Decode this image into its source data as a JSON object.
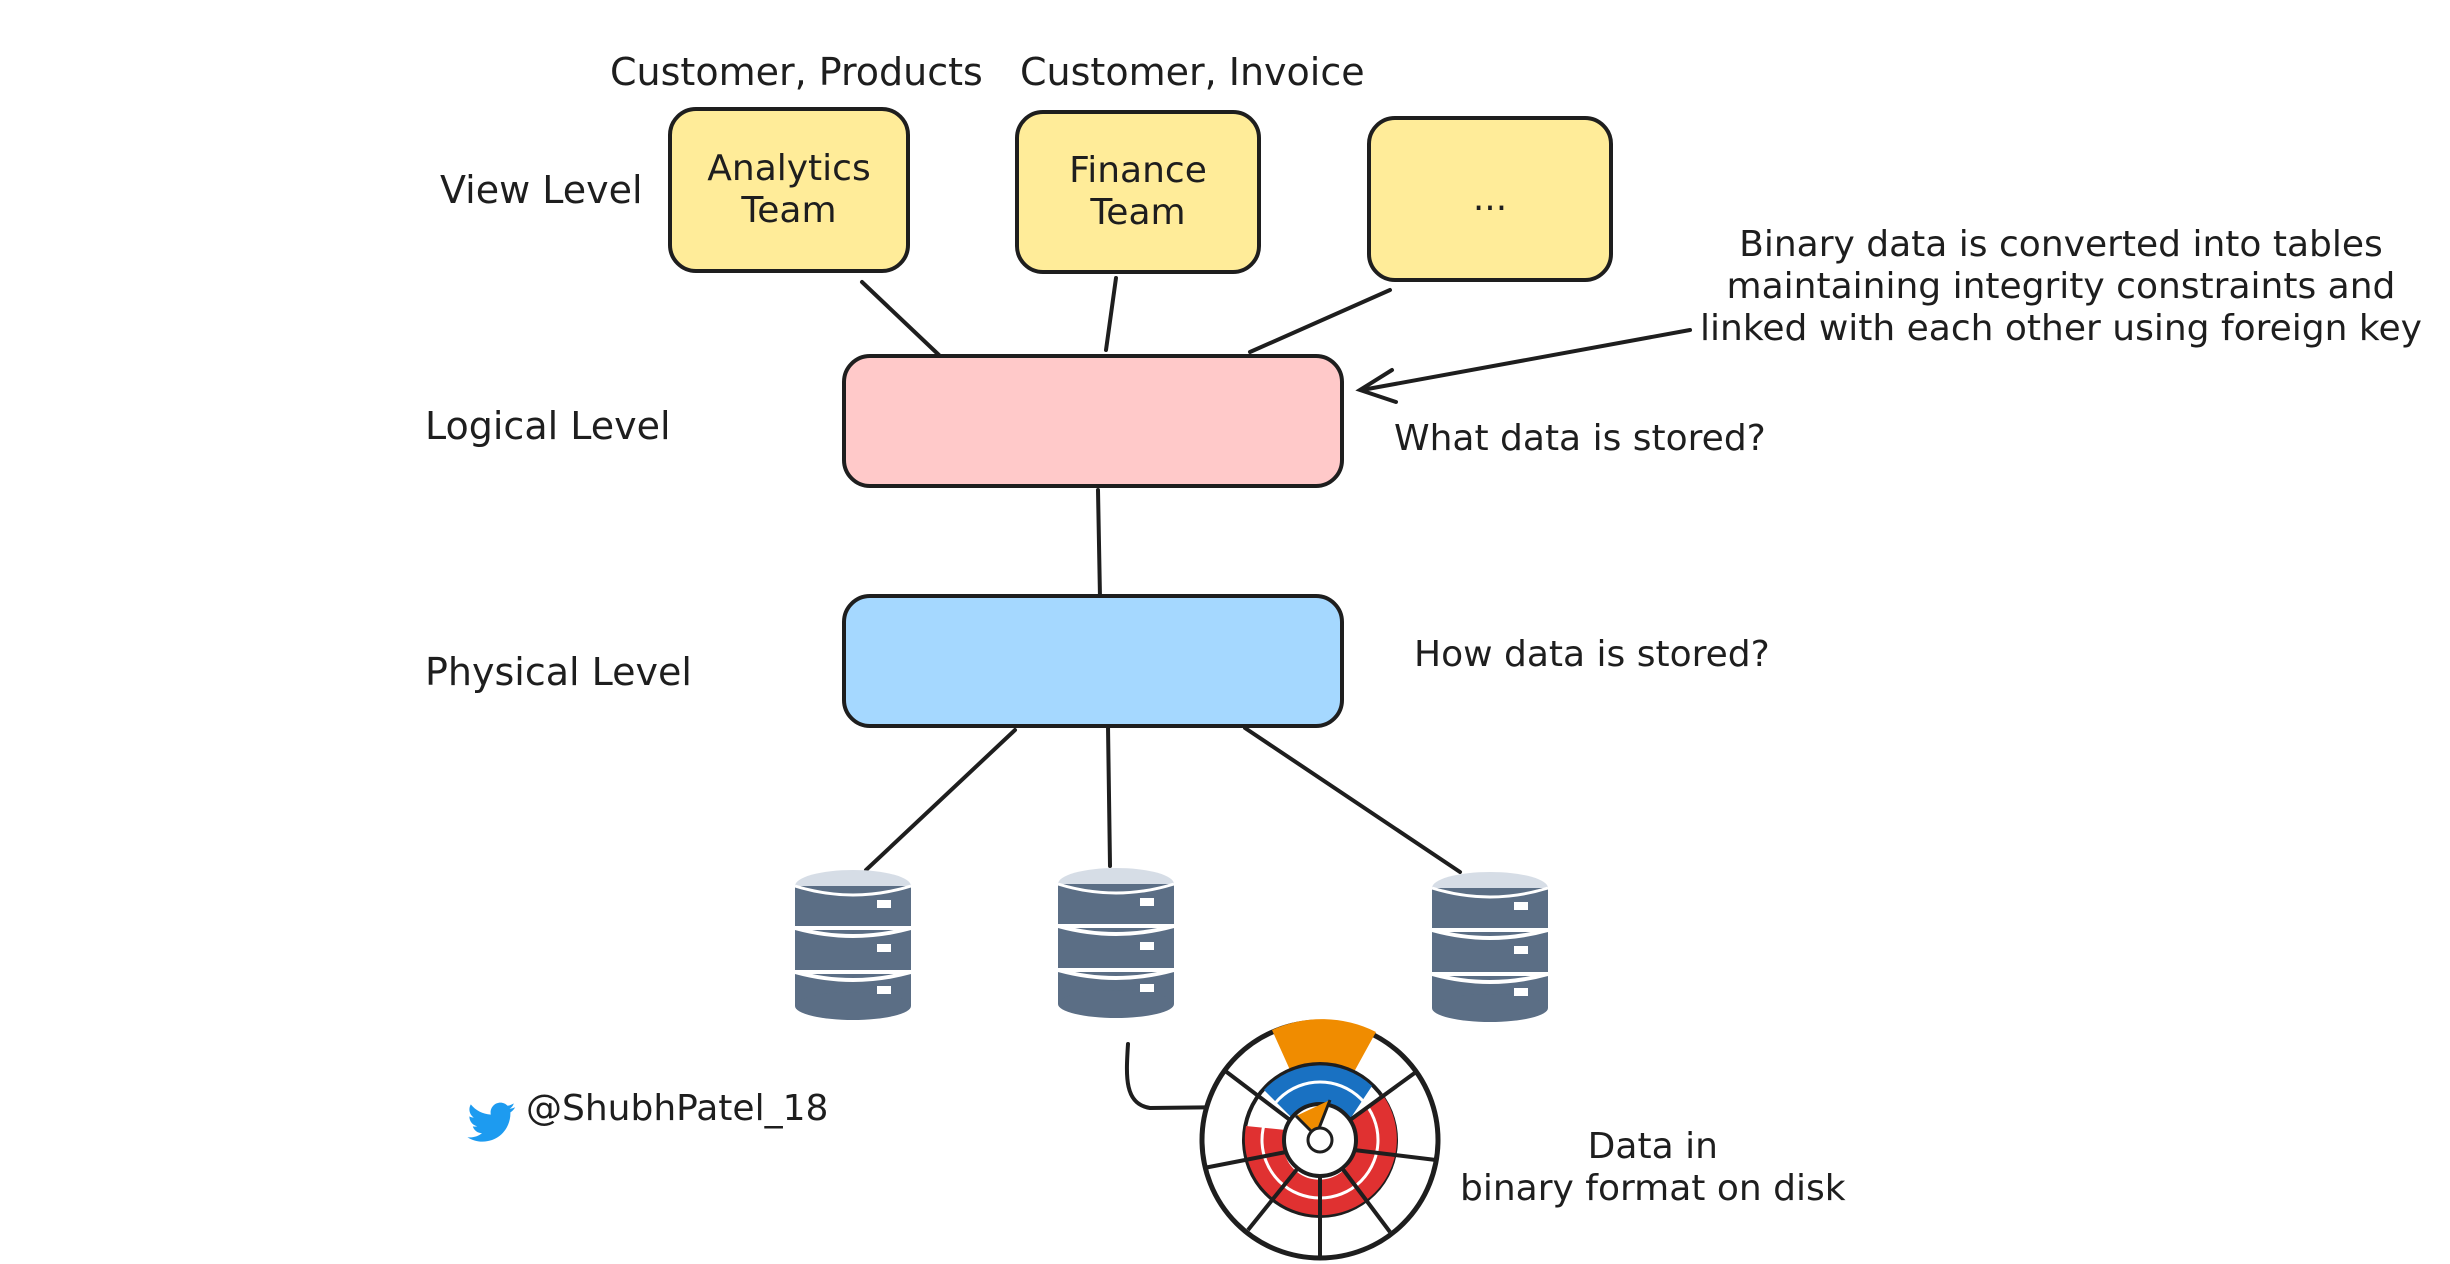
{
  "levels": {
    "view": "View Level",
    "logical": "Logical Level",
    "physical": "Physical Level"
  },
  "view_level": {
    "analytics": {
      "caption": "Customer, Products",
      "label": "Analytics\nTeam"
    },
    "finance": {
      "caption": "Customer, Invoice",
      "label": "Finance Team"
    },
    "more": {
      "label": "..."
    }
  },
  "annotations": {
    "binary_conversion": "Binary data is converted into tables\nmaintaining integrity constraints and\nlinked with each other using foreign key",
    "what_stored": "What data is stored?",
    "how_stored": "How data is stored?",
    "disk_caption": "Data in\nbinary format on disk"
  },
  "social": {
    "icon": "twitter-bird-icon",
    "handle": "@ShubhPatel_18"
  },
  "colors": {
    "view_box": "#ffec99",
    "logical_box": "#ffc9c9",
    "physical_box": "#a5d8ff",
    "database": "#5b6e85",
    "twitter": "#1d9bf0",
    "disk_red": "#e03131",
    "disk_orange": "#f08c00",
    "disk_blue": "#1971c2"
  }
}
